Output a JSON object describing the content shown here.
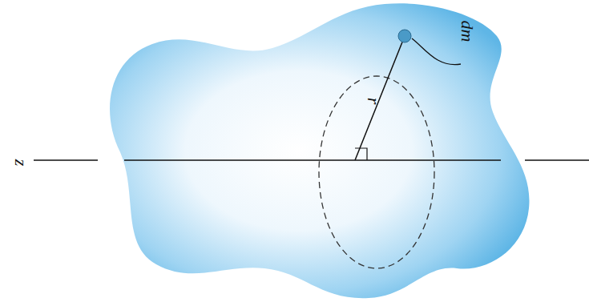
{
  "diagram": {
    "labels": [
      "z",
      "r",
      "dm"
    ]
  }
}
